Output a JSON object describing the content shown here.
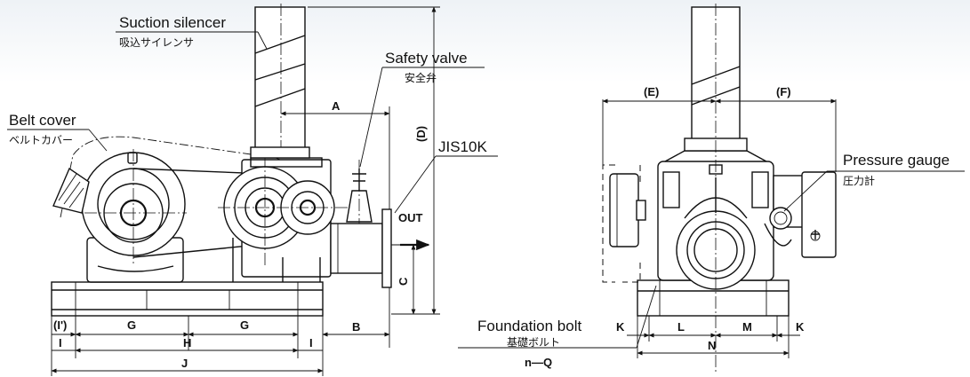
{
  "labels": {
    "suction_silencer_en": "Suction silencer",
    "suction_silencer_jp": "吸込サイレンサ",
    "safety_valve_en": "Safety valve",
    "safety_valve_jp": "安全弁",
    "belt_cover_en": "Belt cover",
    "belt_cover_jp": "ベルトカバー",
    "jis": "JIS10K",
    "out": "OUT",
    "pressure_gauge_en": "Pressure gauge",
    "pressure_gauge_jp": "圧力計",
    "foundation_bolt_en": "Foundation bolt",
    "foundation_bolt_jp": "基礎ボルト",
    "bolt_count": "n—Q"
  },
  "dimensions": {
    "A": "A",
    "B": "B",
    "C": "C",
    "D": "(D)",
    "E": "(E)",
    "F": "(F)",
    "G1": "G",
    "G2": "G",
    "H": "H",
    "I1": "I",
    "I2": "I",
    "I_prime": "(I')",
    "J": "J",
    "K1": "K",
    "K2": "K",
    "L": "L",
    "M": "M",
    "N": "N"
  }
}
